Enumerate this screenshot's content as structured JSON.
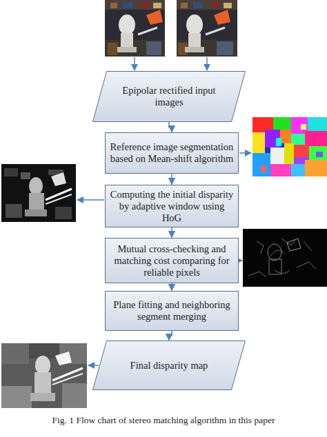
{
  "diagram": {
    "caption": "Fig. 1 Flow chart of stereo matching algorithm in this paper",
    "nodes": [
      {
        "text": [
          "Epipolar rectified input images"
        ]
      },
      {
        "text": [
          "Reference image segmentation based on Mean-shift algorithm"
        ]
      },
      {
        "text": [
          "Computing the initial disparity by adaptive window using HoG"
        ]
      },
      {
        "text": [
          "Mutual cross-checking and matching cost comparing for reliable pixels"
        ]
      },
      {
        "text": [
          "Plane fitting and neighboring segment merging"
        ]
      },
      {
        "text": [
          "Final disparity map"
        ]
      }
    ],
    "edges": [
      {
        "from": 0,
        "to": 1,
        "arrow": "to"
      },
      {
        "from": 1,
        "to": 2,
        "arrow": "to"
      },
      {
        "from": 2,
        "to": 3,
        "arrow": "to"
      },
      {
        "from": 3,
        "to": 4,
        "arrow": "to"
      },
      {
        "from": 4,
        "to": 5,
        "arrow": "to"
      }
    ]
  }
}
